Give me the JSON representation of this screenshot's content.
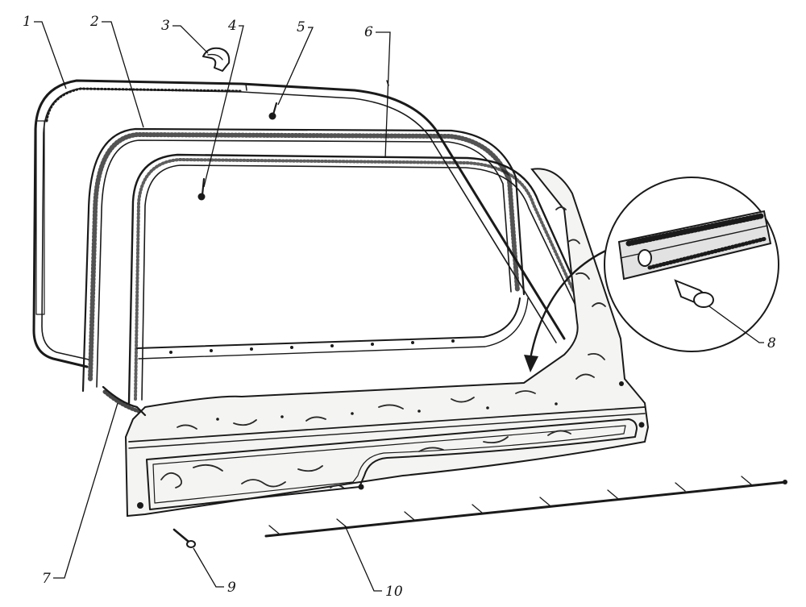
{
  "diagram": {
    "callouts": [
      {
        "id": "1",
        "text": "1"
      },
      {
        "id": "2",
        "text": "2"
      },
      {
        "id": "3",
        "text": "3"
      },
      {
        "id": "4",
        "text": "4"
      },
      {
        "id": "5",
        "text": "5"
      },
      {
        "id": "6",
        "text": "6"
      },
      {
        "id": "7",
        "text": "7"
      },
      {
        "id": "8",
        "text": "8"
      },
      {
        "id": "9",
        "text": "9"
      },
      {
        "id": "10",
        "text": "10"
      }
    ]
  }
}
